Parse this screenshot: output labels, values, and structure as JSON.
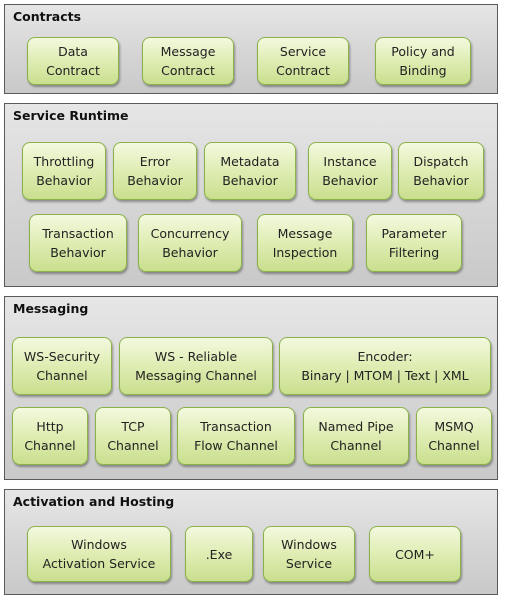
{
  "layers": [
    {
      "title": "Contracts",
      "boxes": [
        "Data\nContract",
        "Message\nContract",
        "Service\nContract",
        "Policy and\nBinding"
      ]
    },
    {
      "title": "Service Runtime",
      "boxes": [
        "Throttling\nBehavior",
        "Error\nBehavior",
        "Metadata\nBehavior",
        "Instance\nBehavior",
        "Dispatch\nBehavior",
        "Transaction\nBehavior",
        "Concurrency\nBehavior",
        "Message\nInspection",
        "Parameter\nFiltering"
      ]
    },
    {
      "title": "Messaging",
      "boxes": [
        "WS-Security\nChannel",
        "WS - Reliable\nMessaging Channel",
        "Encoder:\nBinary | MTOM | Text | XML",
        "Http\nChannel",
        "TCP\nChannel",
        "Transaction\nFlow Channel",
        "Named Pipe\nChannel",
        "MSMQ\nChannel"
      ]
    },
    {
      "title": "Activation and Hosting",
      "boxes": [
        "Windows\nActivation Service",
        ".Exe",
        "Windows\nService",
        "COM+"
      ]
    }
  ],
  "colors": {
    "box_border": "#8bb24a",
    "box_fill_top": "#f3f9df",
    "box_fill_bottom": "#c9df8e",
    "layer_border": "#5a5a5a",
    "layer_fill": "#d5d5d5"
  }
}
